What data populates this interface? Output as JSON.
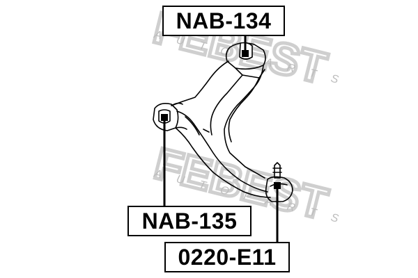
{
  "diagram": {
    "watermark": {
      "brand": "FEBEST",
      "sub": "AUTOPARTS",
      "color": "#c9c9c9"
    },
    "parts": [
      {
        "id": "top",
        "label": "NAB-134"
      },
      {
        "id": "left",
        "label": "NAB-135"
      },
      {
        "id": "bottom-right",
        "label": "0220-E11"
      }
    ],
    "colors": {
      "line": "#000000",
      "watermark": "#c9c9c9"
    }
  }
}
